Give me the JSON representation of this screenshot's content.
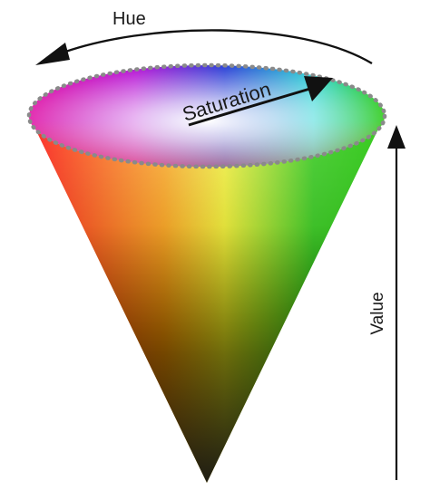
{
  "diagram": {
    "labels": {
      "hue": "Hue",
      "saturation": "Saturation",
      "value": "Value"
    },
    "colors": {
      "red": "#ff1a1a",
      "orange": "#ff9a00",
      "yellow": "#f2f01a",
      "green": "#33cc1a",
      "cyan": "#33d6d6",
      "blue": "#2a40d6",
      "magenta": "#e01aa8",
      "apex": "#141414",
      "arrow": "#111111",
      "rim_dots": "#8a8a8a"
    }
  }
}
